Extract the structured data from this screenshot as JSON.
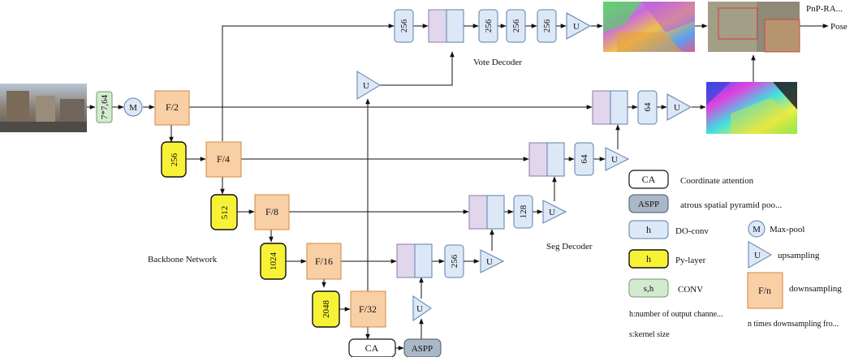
{
  "nodes": {
    "conv_stem": "7*7,64",
    "maxpool": "M",
    "f2": "F/2",
    "f4": "F/4",
    "f8": "F/8",
    "f16": "F/16",
    "f32": "F/32",
    "py256": "256",
    "py512": "512",
    "py1024": "1024",
    "py2048": "2048",
    "ca": "CA",
    "aspp": "ASPP",
    "up": "U",
    "vote_do_a": "256",
    "vote_do_b": "256",
    "vote_do_c": "256",
    "vote_do_d": "256",
    "seg_do_256": "256",
    "seg_do_128": "128",
    "seg_do_64a": "64",
    "seg_do_64b": "64"
  },
  "labels": {
    "vote_decoder": "Vote Decoder",
    "seg_decoder": "Seg Decoder",
    "backbone": "Backbone Network",
    "pnp": "PnP-RA...",
    "pose": "Pose"
  },
  "legend": {
    "ca_symbol": "CA",
    "ca_text": "Coordinate attention",
    "aspp_symbol": "ASPP",
    "aspp_text": "atrous spatial pyramid poo...",
    "do_symbol": "h",
    "do_text": "DO-conv",
    "py_symbol": "h",
    "py_text": "Py-layer",
    "conv_symbol": "s,h",
    "conv_text": "CONV",
    "maxpool_symbol": "M",
    "maxpool_text": "Max-pool",
    "up_symbol": "U",
    "up_text": "upsampling",
    "down_symbol": "F/n",
    "down_text": "downsampling",
    "note_h": "h:number of output channe...",
    "note_s": "s:kernel size",
    "note_n": "n times downsampling fro..."
  },
  "colors": {
    "do_conv": "#dde8f7",
    "downsampling": "#f9cfa6",
    "py_layer": "#f8f236",
    "conv": "#d4ead0",
    "aspp": "#a9b7c7",
    "concat": "#e2d6ec"
  }
}
